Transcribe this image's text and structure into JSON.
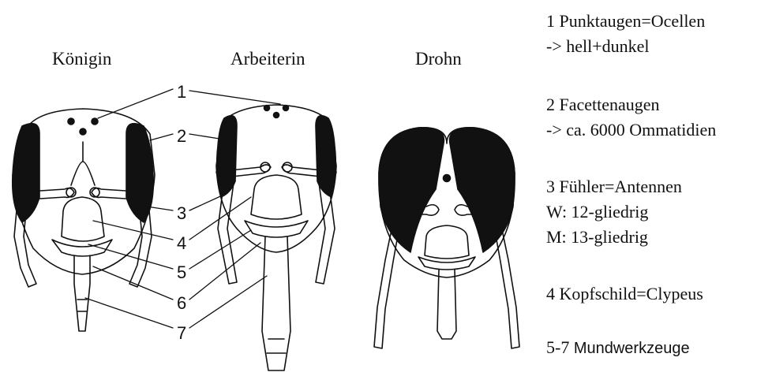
{
  "castes": {
    "queen": "Königin",
    "worker": "Arbeiterin",
    "drone": "Drohn"
  },
  "numbers": [
    "1",
    "2",
    "3",
    "4",
    "5",
    "6",
    "7"
  ],
  "legend": {
    "item1_line1": "1 Punktaugen=Ocellen",
    "item1_line2": "-> hell+dunkel",
    "item2_line1": "2 Facettenaugen",
    "item2_line2": "-> ca. 6000 Ommatidien",
    "item3_line1": "3 Fühler=Antennen",
    "item3_line2": "W: 12-gliedrig",
    "item3_line3": "M: 13-gliedrig",
    "item4_line1": "4 Kopfschild=Clypeus",
    "item5_num": "5-7",
    "item5_text": "Mundwerkzeuge"
  }
}
